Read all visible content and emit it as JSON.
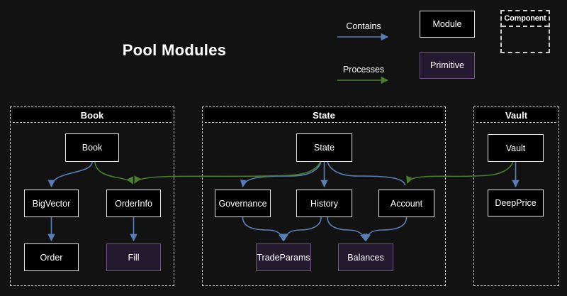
{
  "title": "Pool Modules",
  "legend": {
    "contains": "Contains",
    "processes": "Processes",
    "module": "Module",
    "primitive": "Primitive",
    "component": "Component"
  },
  "colors": {
    "background": "#121212",
    "node_fill": "#000000",
    "node_border": "#e8e8e8",
    "primitive_fill": "#241a2f",
    "primitive_border": "#6f5588",
    "cluster_dash": "#cfcfcf",
    "contains_arrow": "#5a7fb8",
    "processes_arrow": "#4a7e2e",
    "text": "#ffffff"
  },
  "containers": [
    {
      "label": "Book",
      "nodes": [
        {
          "label": "Book",
          "type": "module"
        },
        {
          "label": "BigVector",
          "type": "module"
        },
        {
          "label": "OrderInfo",
          "type": "module"
        },
        {
          "label": "Order",
          "type": "module"
        },
        {
          "label": "Fill",
          "type": "primitive"
        }
      ]
    },
    {
      "label": "State",
      "nodes": [
        {
          "label": "State",
          "type": "module"
        },
        {
          "label": "Governance",
          "type": "module"
        },
        {
          "label": "History",
          "type": "module"
        },
        {
          "label": "Account",
          "type": "module"
        },
        {
          "label": "TradeParams",
          "type": "primitive"
        },
        {
          "label": "Balances",
          "type": "primitive"
        }
      ]
    },
    {
      "label": "Vault",
      "nodes": [
        {
          "label": "Vault",
          "type": "module"
        },
        {
          "label": "DeepPrice",
          "type": "module"
        }
      ]
    }
  ],
  "edges": [
    {
      "from": "Book",
      "to": "BigVector",
      "type": "contains"
    },
    {
      "from": "Book",
      "to": "OrderInfo",
      "type": "processes"
    },
    {
      "from": "BigVector",
      "to": "Order",
      "type": "contains"
    },
    {
      "from": "OrderInfo",
      "to": "Fill",
      "type": "contains"
    },
    {
      "from": "State",
      "to": "Governance",
      "type": "contains"
    },
    {
      "from": "State",
      "to": "History",
      "type": "contains"
    },
    {
      "from": "State",
      "to": "Account",
      "type": "contains"
    },
    {
      "from": "State",
      "to": "OrderInfo",
      "type": "processes"
    },
    {
      "from": "Governance",
      "to": "TradeParams",
      "type": "contains"
    },
    {
      "from": "History",
      "to": "TradeParams",
      "type": "contains"
    },
    {
      "from": "History",
      "to": "Balances",
      "type": "contains"
    },
    {
      "from": "Account",
      "to": "Balances",
      "type": "contains"
    },
    {
      "from": "Vault",
      "to": "DeepPrice",
      "type": "contains"
    },
    {
      "from": "Vault",
      "to": "Account",
      "type": "processes"
    }
  ]
}
